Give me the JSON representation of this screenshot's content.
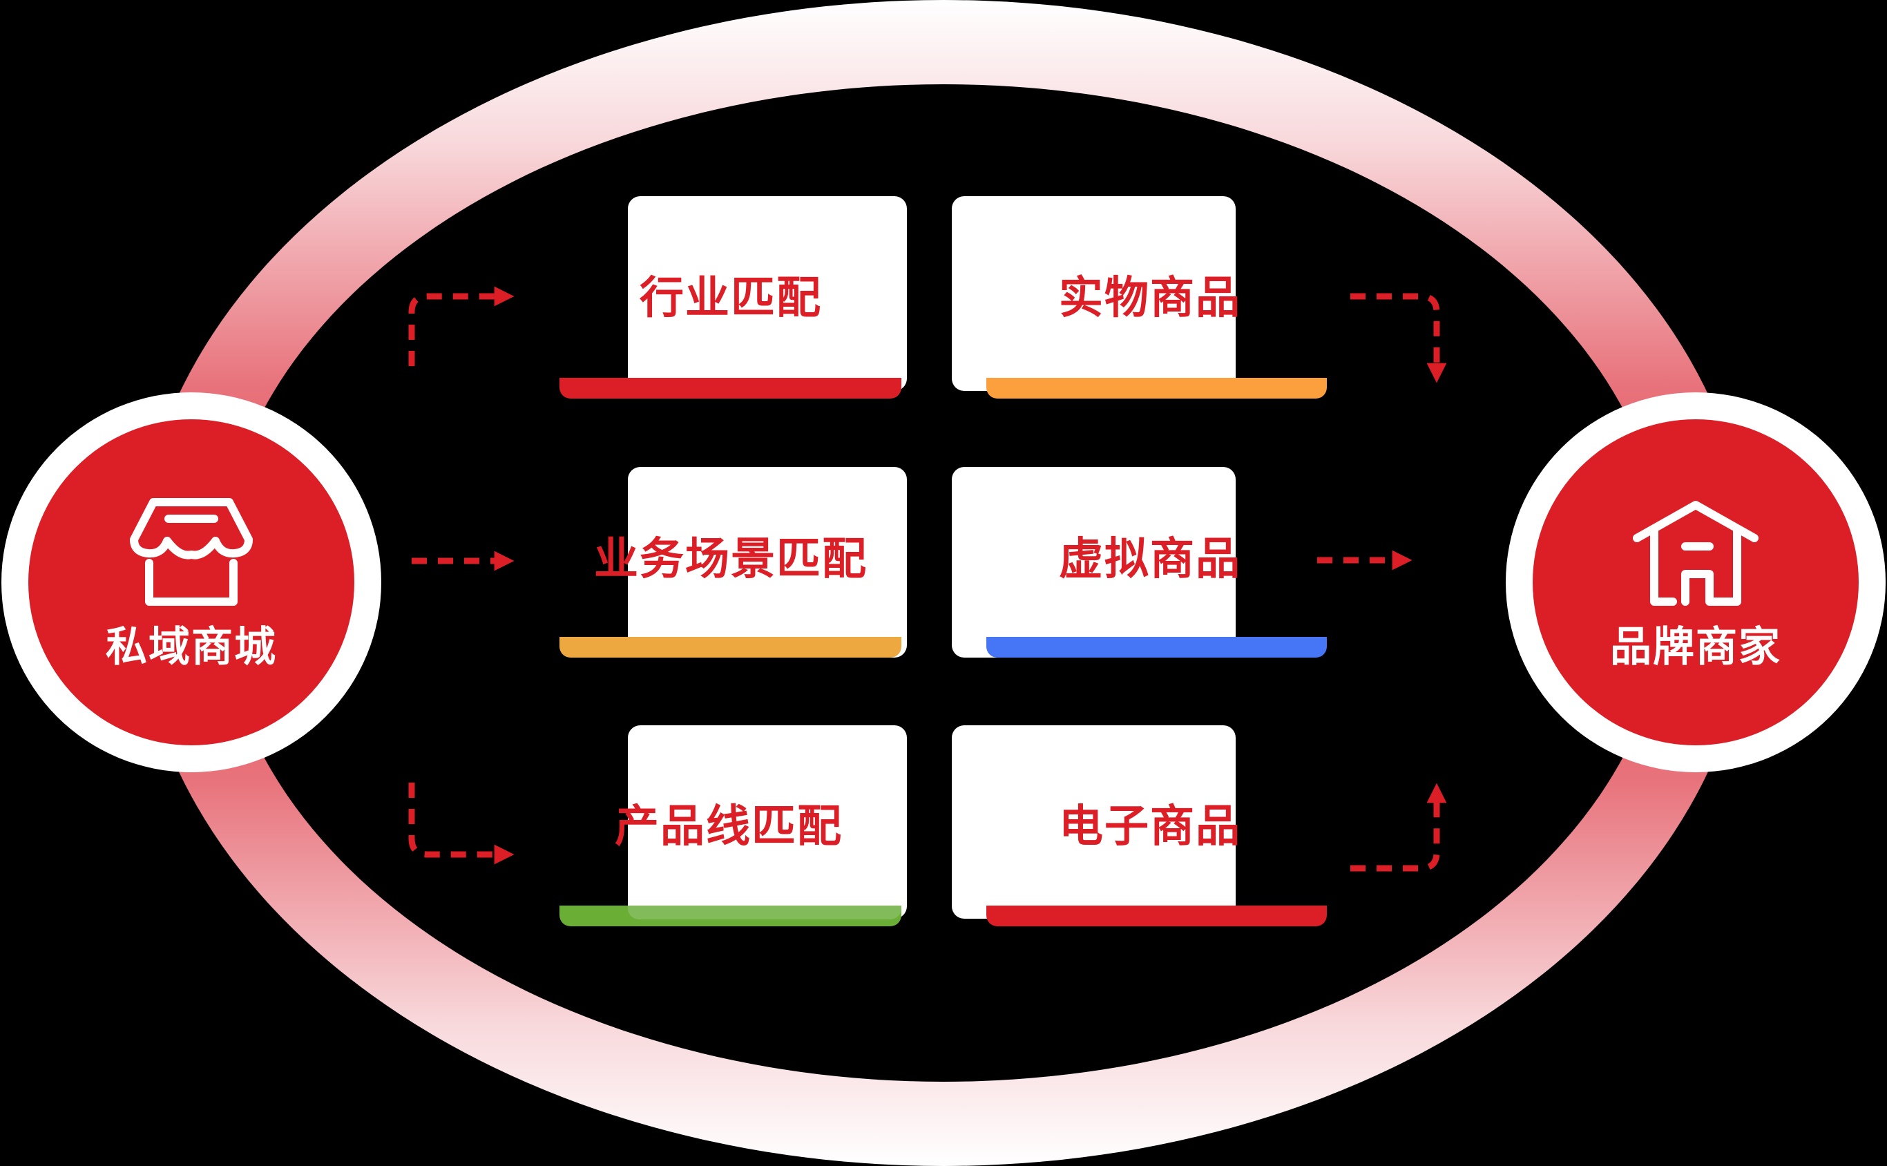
{
  "colors": {
    "brand_red": "#DC1F26",
    "ring_white": "#FFFFFF",
    "ring_pink": "#E8737C",
    "background": "#000000"
  },
  "source_node": {
    "label": "私域商城",
    "icon": "storefront-icon"
  },
  "target_node": {
    "label": "品牌商家",
    "icon": "house-icon"
  },
  "matching_cards": [
    {
      "label": "行业匹配",
      "bar_color": "#DC1F26"
    },
    {
      "label": "业务场景匹配",
      "bar_color": "#EDA940"
    },
    {
      "label": "产品线匹配",
      "bar_color": "#6AAE35"
    }
  ],
  "product_cards": [
    {
      "label": "实物商品",
      "bar_color": "#FCA03D"
    },
    {
      "label": "虚拟商品",
      "bar_color": "#4675F5"
    },
    {
      "label": "电子商品",
      "bar_color": "#DC1F26"
    }
  ],
  "arrows": [
    {
      "from": "私域商城",
      "to": "行业匹配",
      "shape": "elbow-up-right"
    },
    {
      "from": "私域商城",
      "to": "业务场景匹配",
      "shape": "straight-right"
    },
    {
      "from": "私域商城",
      "to": "产品线匹配",
      "shape": "elbow-down-right"
    },
    {
      "from": "实物商品",
      "to": "品牌商家",
      "shape": "elbow-right-down"
    },
    {
      "from": "虚拟商品",
      "to": "品牌商家",
      "shape": "straight-right"
    },
    {
      "from": "电子商品",
      "to": "品牌商家",
      "shape": "elbow-right-up"
    }
  ]
}
